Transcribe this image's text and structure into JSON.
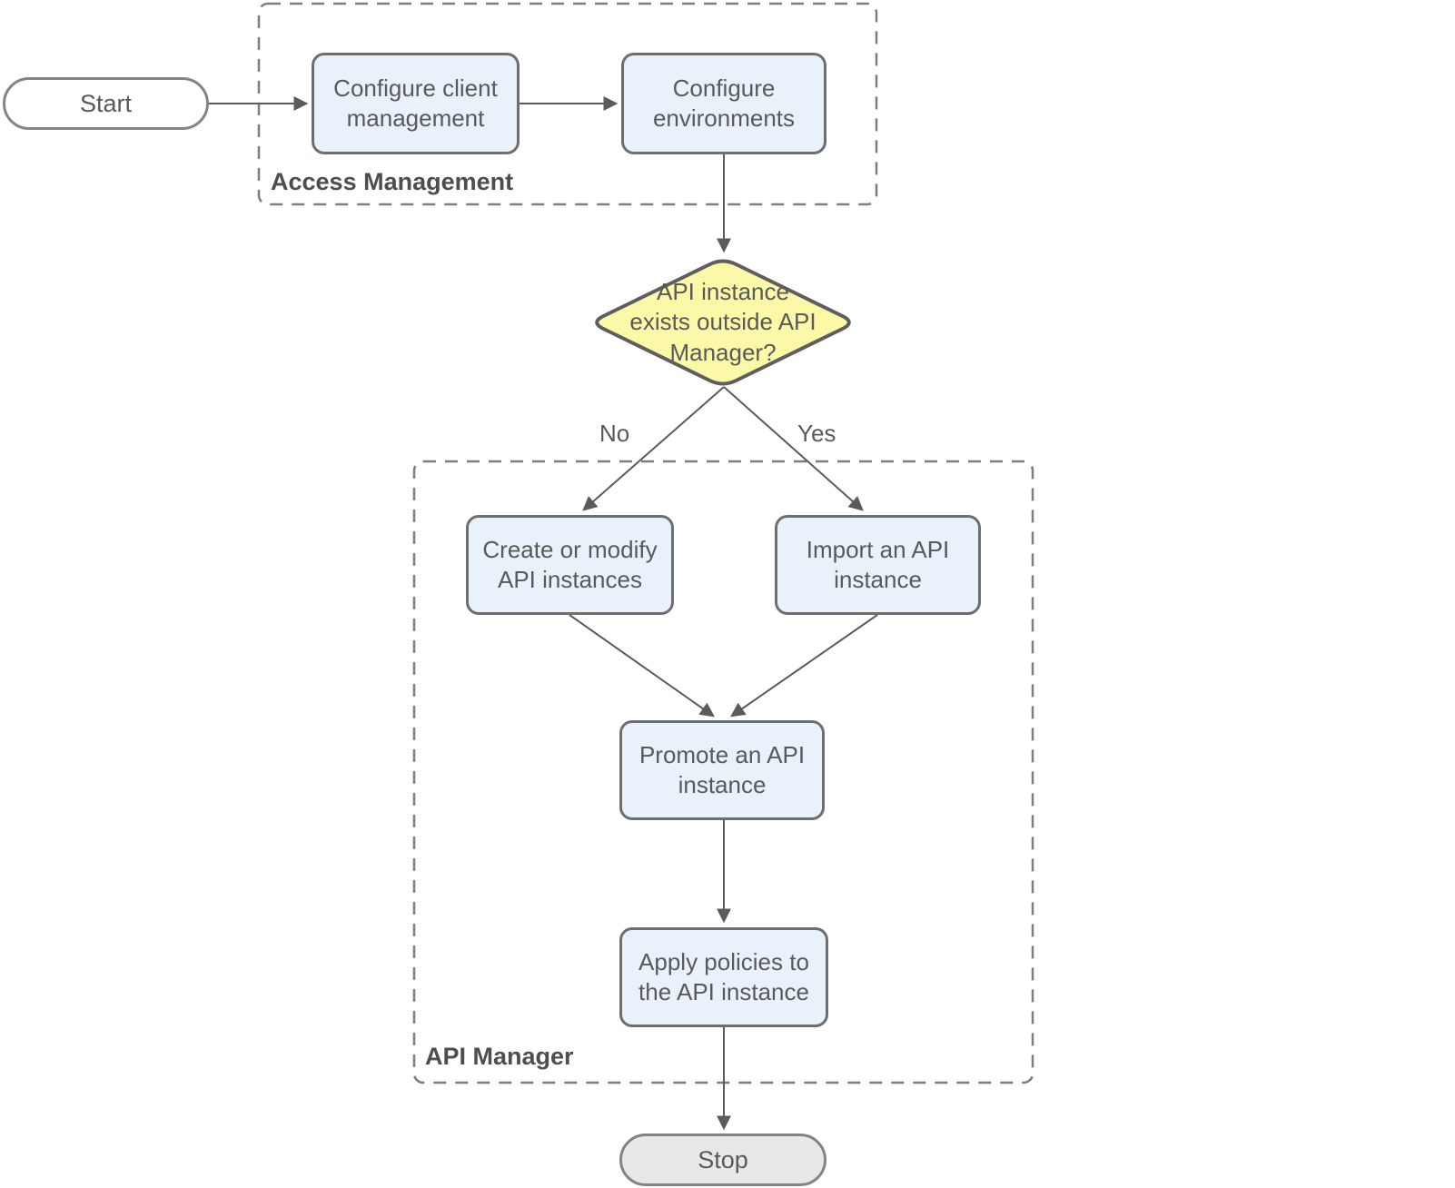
{
  "groups": {
    "access_management": {
      "label": "Access Management"
    },
    "api_manager": {
      "label": "API Manager"
    }
  },
  "nodes": {
    "start": {
      "label": "Start",
      "type": "terminator"
    },
    "configure_client_management": {
      "label": "Configure client management",
      "type": "process"
    },
    "configure_environments": {
      "label": "Configure environments",
      "type": "process"
    },
    "api_instance_decision": {
      "label": "API instance exists outside API Manager?",
      "type": "decision"
    },
    "create_or_modify_api_instances": {
      "label": "Create or modify API instances",
      "type": "process"
    },
    "import_an_api_instance": {
      "label": "Import an API instance",
      "type": "process"
    },
    "promote_an_api_instance": {
      "label": "Promote an API instance",
      "type": "process"
    },
    "apply_policies_to_the_api_instance": {
      "label": "Apply policies to the API instance",
      "type": "process"
    },
    "stop": {
      "label": "Stop",
      "type": "terminator"
    }
  },
  "edge_labels": {
    "no": "No",
    "yes": "Yes"
  },
  "colors": {
    "process-fill": "#E9F2FB",
    "decision-fill": "#FBF9A8",
    "start-fill": "#FFFFFF",
    "stop-fill": "#E8E8E8",
    "node-border": "#6E6E6E",
    "terminator-border": "#848484",
    "decision-border": "#5E5E5E",
    "group-border": "#7D7D7D",
    "line": "#5B5B5B",
    "text": "#595959",
    "group-label": "#4E4E4E"
  }
}
